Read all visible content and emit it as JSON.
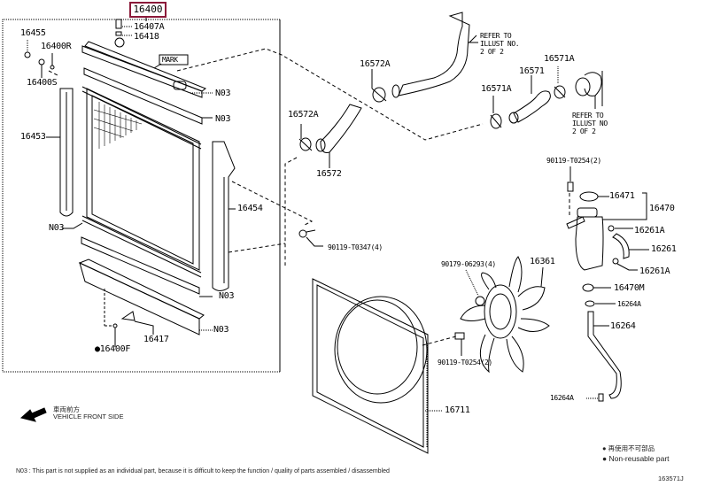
{
  "diagram": {
    "main_part_number": "16400",
    "highlight_color": "#8b1a3a",
    "figure_id": "163571J",
    "callouts": {
      "p16407A": "16407A",
      "p16418": "16418",
      "p16455": "16455",
      "p16400R": "16400R",
      "p16400S": "16400S",
      "mark": "MARK",
      "n03_a": "N03",
      "n03_b": "N03",
      "p16453": "16453",
      "n03_c": "N03",
      "p16454": "16454",
      "n03_d": "N03",
      "n03_e": "N03",
      "p16417": "16417",
      "p16400F": "16400F",
      "p16572A_top": "16572A",
      "p16572A_left": "16572A",
      "p16572": "16572",
      "p16571A_mid": "16571A",
      "p16571": "16571",
      "p16571A_right": "16571A",
      "refer_top": "REFER TO\nILLUST NO.\n2 OF 2",
      "refer_right": "REFER TO\nILLUST NO\n2 OF 2",
      "bolt_90119_T0347": "90119-T0347(4)",
      "bolt_90119_T0254_top": "90119-T0254(2)",
      "p16471": "16471",
      "p16470": "16470",
      "p16261A_top": "16261A",
      "p16261": "16261",
      "p16261A_bot": "16261A",
      "p16361": "16361",
      "nut_90179_06293": "90179-06293(4)",
      "bolt_90119_T0254_mid": "90119-T0254(2)",
      "p16470M": "16470M",
      "p16264A_top": "16264A",
      "p16264": "16264",
      "p16264A_bot": "16264A",
      "p16711": "16711"
    },
    "direction": {
      "jp": "車両前方",
      "en": "VEHICLE FRONT SIDE"
    },
    "legend": {
      "jp": "再使用不可部品",
      "en": "Non-reusable part"
    },
    "footnote": "N03 : This part is not supplied as an individual part, because it is difficult to keep the function / quality of parts assembled / disassembled"
  }
}
